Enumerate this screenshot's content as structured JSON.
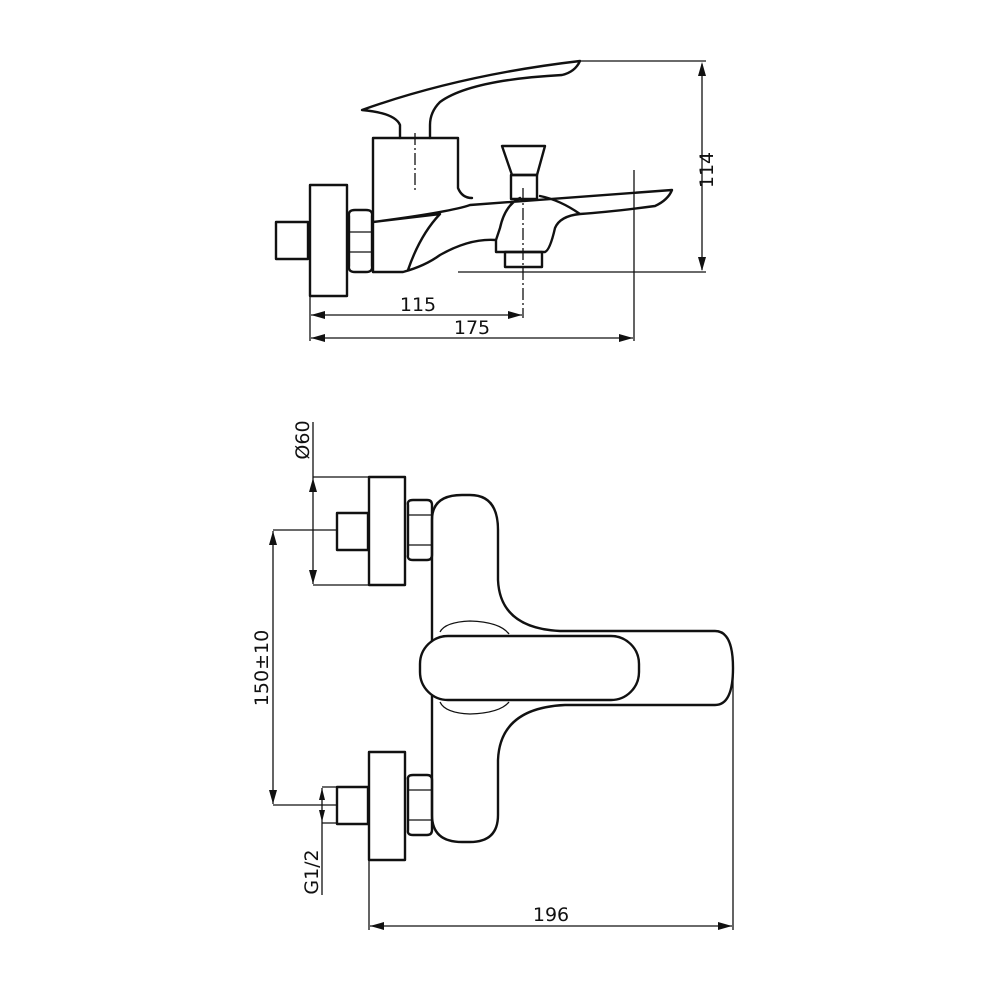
{
  "drawing": {
    "side_view": {
      "dimensions": {
        "height": "114",
        "outlet_distance": "115",
        "overall_depth": "175"
      }
    },
    "top_view": {
      "dimensions": {
        "flange_diameter": "Ø60",
        "inlet_spacing": "150±10",
        "thread": "G1/2",
        "overall_width": "196"
      }
    },
    "colors": {
      "line": "#111111",
      "background": "#ffffff"
    }
  }
}
